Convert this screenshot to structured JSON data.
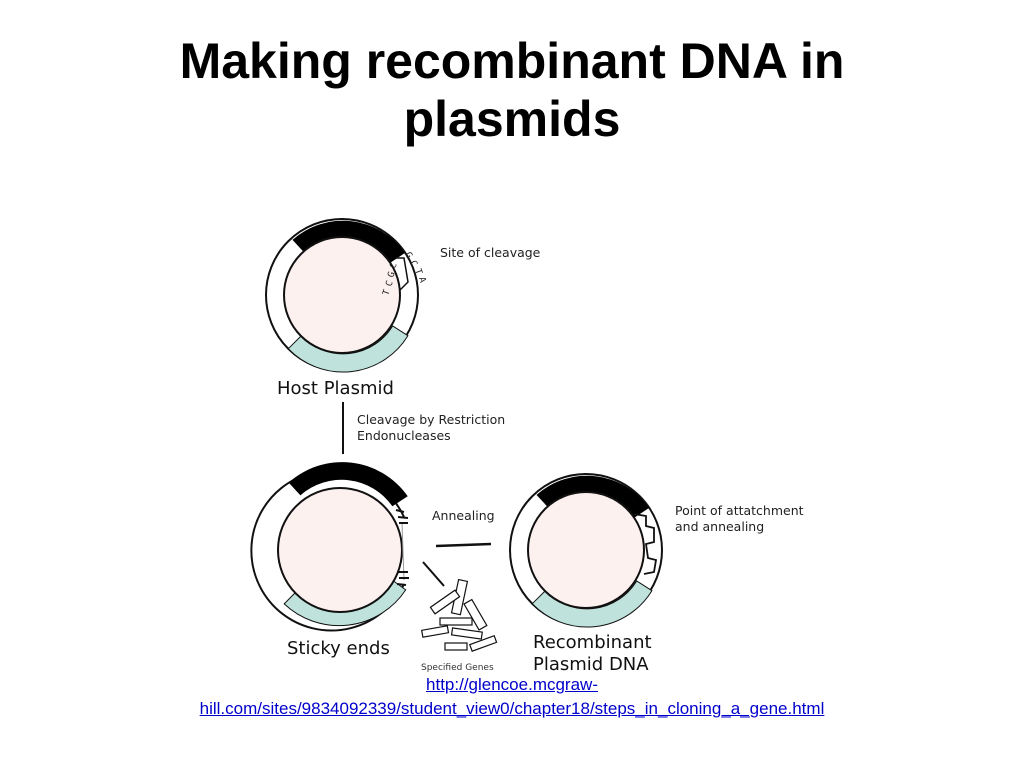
{
  "title": {
    "line1": "Making recombinant DNA in",
    "line2": "plasmids"
  },
  "diagram": {
    "host_plasmid_label": "Host Plasmid",
    "site_label": "Site of cleavage",
    "site_seq_outer": [
      "G",
      "C",
      "T",
      "A"
    ],
    "site_seq_inner": [
      "T",
      "C",
      "G",
      "C"
    ],
    "cleavage_label_line1": "Cleavage by Restriction",
    "cleavage_label_line2": "Endonucleases",
    "sticky_ends_label": "Sticky ends",
    "annealing_label": "Annealing",
    "specified_genes_label": "Specified Genes",
    "point_label_line1": "Point of attatchment",
    "point_label_line2": "and annealing",
    "recombinant_label_line1": "Recombinant",
    "recombinant_label_line2": "Plasmid DNA",
    "colors": {
      "inner_fill": "#fdf1ef",
      "teal_band": "#bfe3dc",
      "black_band": "#000000"
    }
  },
  "source": {
    "line1": "http://glencoe.mcgraw-",
    "line2": "hill.com/sites/9834092339/student_view0/chapter18/steps_in_cloning_a_gene.html"
  }
}
